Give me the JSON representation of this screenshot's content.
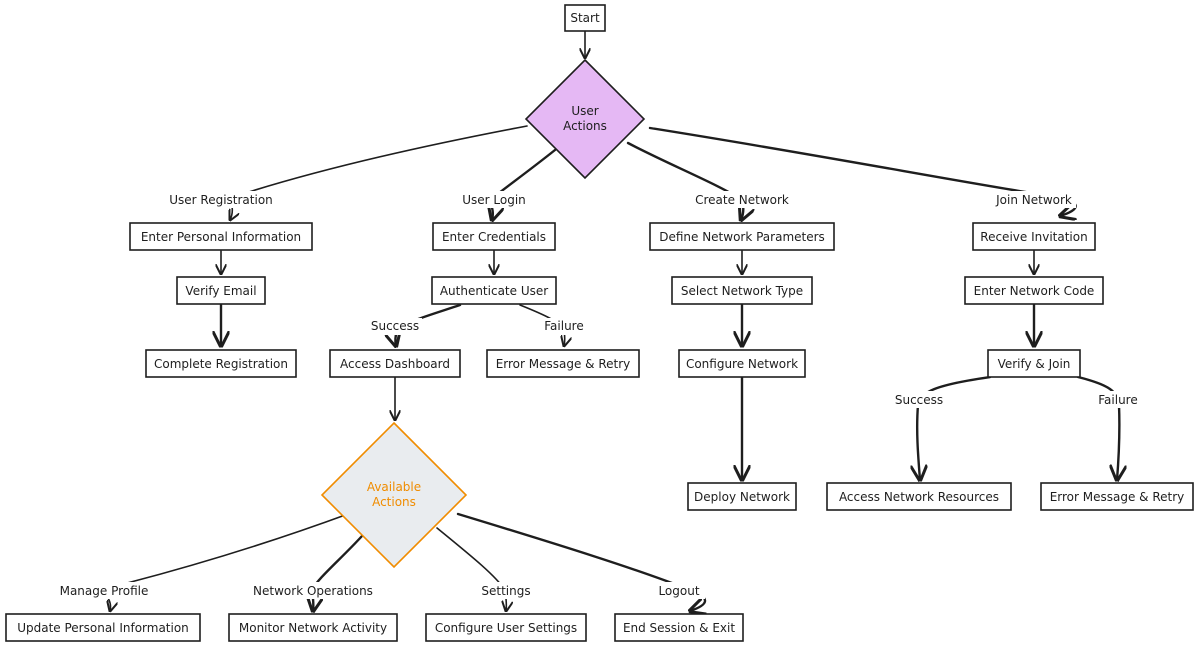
{
  "nodes": {
    "start": "Start",
    "user_actions": [
      "User",
      "Actions"
    ],
    "enter_personal_information": "Enter Personal Information",
    "verify_email": "Verify Email",
    "complete_registration": "Complete Registration",
    "enter_credentials": "Enter Credentials",
    "authenticate_user": "Authenticate User",
    "access_dashboard": "Access Dashboard",
    "error_message_retry_login": "Error Message & Retry",
    "available_actions": [
      "Available",
      "Actions"
    ],
    "update_personal_information": "Update Personal Information",
    "monitor_network_activity": "Monitor Network Activity",
    "configure_user_settings": "Configure User Settings",
    "end_session_exit": "End Session & Exit",
    "define_network_parameters": "Define Network Parameters",
    "select_network_type": "Select Network Type",
    "configure_network": "Configure Network",
    "deploy_network": "Deploy Network",
    "receive_invitation": "Receive Invitation",
    "enter_network_code": "Enter Network Code",
    "verify_join": "Verify & Join",
    "access_network_resources": "Access Network Resources",
    "error_message_retry_join": "Error Message & Retry"
  },
  "edge_labels": {
    "user_registration": "User Registration",
    "user_login": "User Login",
    "create_network": "Create Network",
    "join_network": "Join Network",
    "login_success": "Success",
    "login_failure": "Failure",
    "manage_profile": "Manage Profile",
    "network_operations": "Network Operations",
    "settings": "Settings",
    "logout": "Logout",
    "join_success": "Success",
    "join_failure": "Failure"
  },
  "colors": {
    "stroke": "#1e1e1e",
    "user_actions_fill": "#e5b8f4",
    "available_actions_fill": "#e9ecef",
    "available_actions_stroke": "#f08c00",
    "available_actions_text": "#f08c00",
    "background": "#ffffff"
  }
}
